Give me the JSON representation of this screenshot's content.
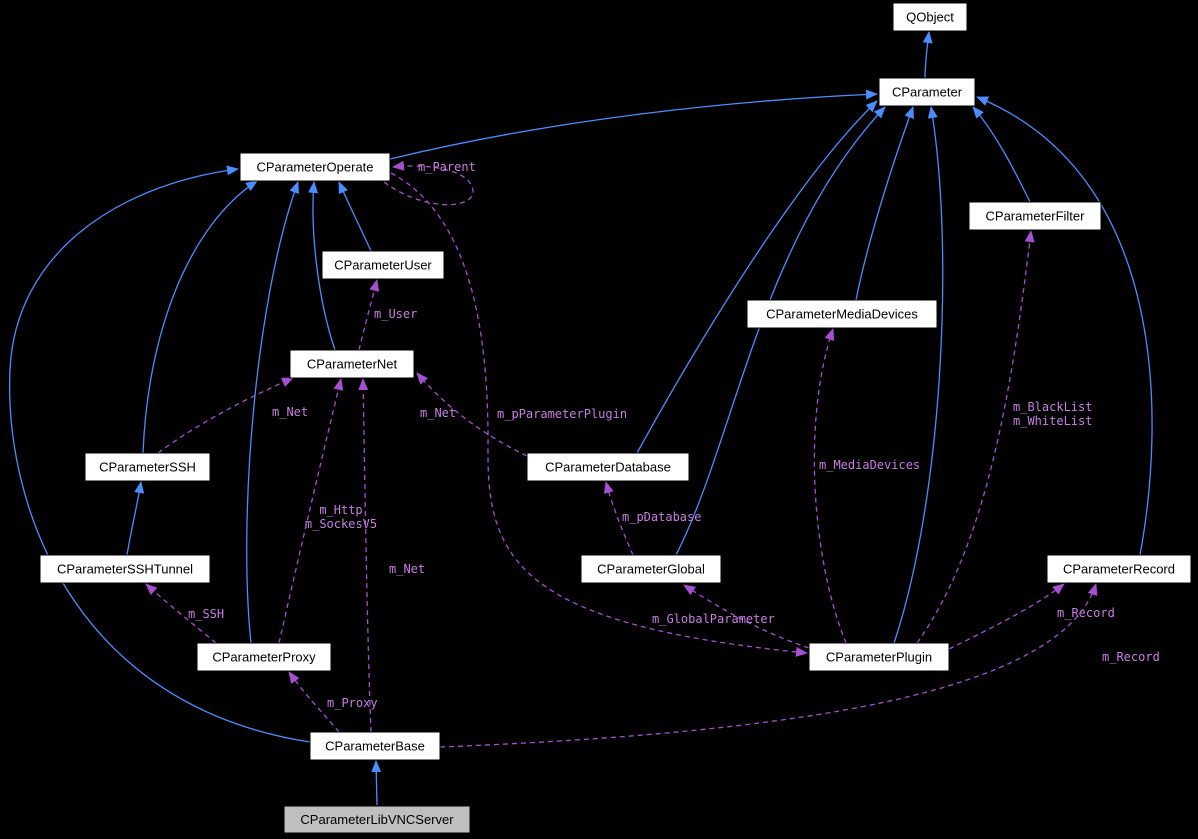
{
  "diagram": {
    "kind": "doxygen-collaboration-diagram",
    "colors": {
      "background": "#000000",
      "node_fill": "#ffffff",
      "node_border": "#000000",
      "node_text": "#000000",
      "node_highlight_fill": "#bfbfbf",
      "inherit_edge": "#4b8dff",
      "usage_edge": "#a64fd0",
      "usage_label": "#c77fe0"
    },
    "nodes": [
      {
        "id": "QObject",
        "label": "QObject",
        "highlight": false
      },
      {
        "id": "CParameter",
        "label": "CParameter",
        "highlight": false
      },
      {
        "id": "CParameterOperate",
        "label": "CParameterOperate",
        "highlight": false
      },
      {
        "id": "CParameterFilter",
        "label": "CParameterFilter",
        "highlight": false
      },
      {
        "id": "CParameterUser",
        "label": "CParameterUser",
        "highlight": false
      },
      {
        "id": "CParameterMediaDevices",
        "label": "CParameterMediaDevices",
        "highlight": false
      },
      {
        "id": "CParameterNet",
        "label": "CParameterNet",
        "highlight": false
      },
      {
        "id": "CParameterSSH",
        "label": "CParameterSSH",
        "highlight": false
      },
      {
        "id": "CParameterDatabase",
        "label": "CParameterDatabase",
        "highlight": false
      },
      {
        "id": "CParameterSSHTunnel",
        "label": "CParameterSSHTunnel",
        "highlight": false
      },
      {
        "id": "CParameterGlobal",
        "label": "CParameterGlobal",
        "highlight": false
      },
      {
        "id": "CParameterRecord",
        "label": "CParameterRecord",
        "highlight": false
      },
      {
        "id": "CParameterProxy",
        "label": "CParameterProxy",
        "highlight": false
      },
      {
        "id": "CParameterPlugin",
        "label": "CParameterPlugin",
        "highlight": false
      },
      {
        "id": "CParameterBase",
        "label": "CParameterBase",
        "highlight": false
      },
      {
        "id": "CParameterLibVNCServer",
        "label": "CParameterLibVNCServer",
        "highlight": true
      }
    ],
    "edges": [
      {
        "id": "i1",
        "type": "inheritance",
        "from": "CParameter",
        "to": "QObject",
        "label": ""
      },
      {
        "id": "i2",
        "type": "inheritance",
        "from": "CParameterOperate",
        "to": "CParameter",
        "label": ""
      },
      {
        "id": "i3",
        "type": "inheritance",
        "from": "CParameterFilter",
        "to": "CParameter",
        "label": ""
      },
      {
        "id": "i4",
        "type": "inheritance",
        "from": "CParameterMediaDevices",
        "to": "CParameter",
        "label": ""
      },
      {
        "id": "i5",
        "type": "inheritance",
        "from": "CParameterDatabase",
        "to": "CParameter",
        "label": ""
      },
      {
        "id": "i6",
        "type": "inheritance",
        "from": "CParameterGlobal",
        "to": "CParameter",
        "label": ""
      },
      {
        "id": "i7",
        "type": "inheritance",
        "from": "CParameterPlugin",
        "to": "CParameter",
        "label": ""
      },
      {
        "id": "i8",
        "type": "inheritance",
        "from": "CParameterRecord",
        "to": "CParameter",
        "label": ""
      },
      {
        "id": "i9",
        "type": "inheritance",
        "from": "CParameterUser",
        "to": "CParameterOperate",
        "label": ""
      },
      {
        "id": "i10",
        "type": "inheritance",
        "from": "CParameterNet",
        "to": "CParameterOperate",
        "label": ""
      },
      {
        "id": "i11",
        "type": "inheritance",
        "from": "CParameterSSH",
        "to": "CParameterOperate",
        "label": ""
      },
      {
        "id": "i12",
        "type": "inheritance",
        "from": "CParameterProxy",
        "to": "CParameterOperate",
        "label": ""
      },
      {
        "id": "i13",
        "type": "inheritance",
        "from": "CParameterSSHTunnel",
        "to": "CParameterSSH",
        "label": ""
      },
      {
        "id": "i14",
        "type": "inheritance",
        "from": "CParameterBase",
        "to": "CParameterOperate",
        "label": ""
      },
      {
        "id": "i15",
        "type": "inheritance",
        "from": "CParameterLibVNCServer",
        "to": "CParameterBase",
        "label": ""
      },
      {
        "id": "u1",
        "type": "usage",
        "from": "CParameterOperate",
        "to": "CParameterOperate",
        "label": "m_Parent"
      },
      {
        "id": "u2",
        "type": "usage",
        "from": "CParameterOperate",
        "to": "CParameterPlugin",
        "label": "m_pParameterPlugin"
      },
      {
        "id": "u3",
        "type": "usage",
        "from": "CParameterNet",
        "to": "CParameterUser",
        "label": "m_User"
      },
      {
        "id": "u4",
        "type": "usage",
        "from": "CParameterSSH",
        "to": "CParameterNet",
        "label": "m_Net"
      },
      {
        "id": "u5",
        "type": "usage",
        "from": "CParameterDatabase",
        "to": "CParameterNet",
        "label": "m_Net"
      },
      {
        "id": "u6",
        "type": "usage",
        "from": "CParameterBase",
        "to": "CParameterNet",
        "label": "m_Net"
      },
      {
        "id": "u7",
        "type": "usage",
        "from": "CParameterProxy",
        "to": "CParameterNet",
        "label": "m_Http\nm_SockesV5"
      },
      {
        "id": "u8",
        "type": "usage",
        "from": "CParameterProxy",
        "to": "CParameterSSHTunnel",
        "label": "m_SSH"
      },
      {
        "id": "u9",
        "type": "usage",
        "from": "CParameterBase",
        "to": "CParameterProxy",
        "label": "m_Proxy"
      },
      {
        "id": "u10",
        "type": "usage",
        "from": "CParameterGlobal",
        "to": "CParameterDatabase",
        "label": "m_pDatabase"
      },
      {
        "id": "u11",
        "type": "usage",
        "from": "CParameterPlugin",
        "to": "CParameterGlobal",
        "label": "m_GlobalParameter"
      },
      {
        "id": "u12",
        "type": "usage",
        "from": "CParameterPlugin",
        "to": "CParameterMediaDevices",
        "label": "m_MediaDevices"
      },
      {
        "id": "u13",
        "type": "usage",
        "from": "CParameterPlugin",
        "to": "CParameterFilter",
        "label": "m_BlackList\nm_WhiteList"
      },
      {
        "id": "u14",
        "type": "usage",
        "from": "CParameterPlugin",
        "to": "CParameterRecord",
        "label": "m_Record"
      },
      {
        "id": "u15",
        "type": "usage",
        "from": "CParameterBase",
        "to": "CParameterRecord",
        "label": "m_Record"
      }
    ]
  }
}
